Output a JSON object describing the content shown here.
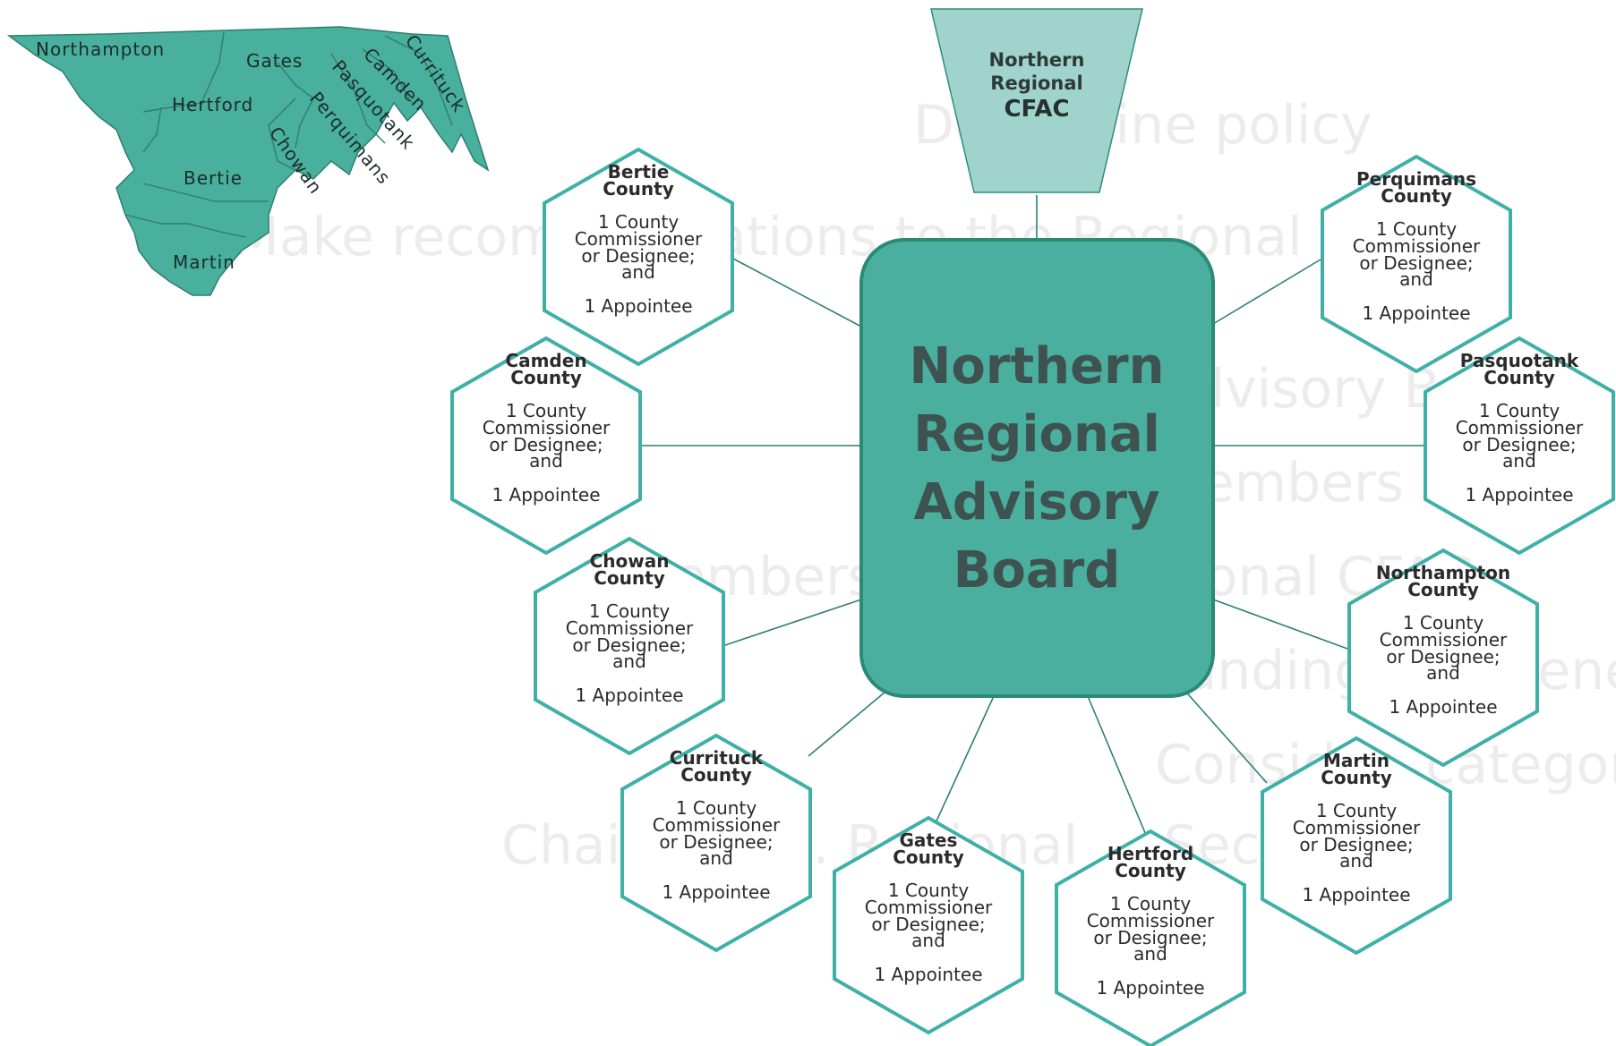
{
  "background_text": [
    "Determine policy",
    "Make recommendations to the Regional",
    "Advisory Board",
    "Members",
    "Members are the regional CFAC",
    "Funding and benefits, categories",
    "Consider, categories of Regional",
    "Chair and ... Regional ... Secretary"
  ],
  "map": {
    "counties": [
      "Northampton",
      "Gates",
      "Hertford",
      "Bertie",
      "Martin",
      "Chowan",
      "Perquimans",
      "Pasquotank",
      "Camden",
      "Currituck"
    ],
    "fill_color": "#48b09c"
  },
  "cfac": {
    "line1": "Northern",
    "line2": "Regional",
    "line3": "CFAC",
    "fill_color": "#9fd3cc"
  },
  "center": {
    "lines": [
      "Northern",
      "Regional",
      "Advisory",
      "Board"
    ],
    "fill_color": "#4aaf9e"
  },
  "hex_body": {
    "line1": "1 County",
    "line2": "Commissioner",
    "line3": "or Designee;",
    "line4": "and",
    "line5": "1 Appointee"
  },
  "hexagons": [
    {
      "county": "Bertie",
      "suffix": "County"
    },
    {
      "county": "Camden",
      "suffix": "County"
    },
    {
      "county": "Chowan",
      "suffix": "County"
    },
    {
      "county": "Currituck",
      "suffix": "County"
    },
    {
      "county": "Gates",
      "suffix": "County"
    },
    {
      "county": "Hertford",
      "suffix": "County"
    },
    {
      "county": "Martin",
      "suffix": "County"
    },
    {
      "county": "Northampton",
      "suffix": "County"
    },
    {
      "county": "Pasquotank",
      "suffix": "County"
    },
    {
      "county": "Perquimans",
      "suffix": "County"
    }
  ],
  "colors": {
    "hex_stroke": "#3fb0a6",
    "connector": "#2f7f72",
    "center_stroke": "#2a8a76"
  }
}
